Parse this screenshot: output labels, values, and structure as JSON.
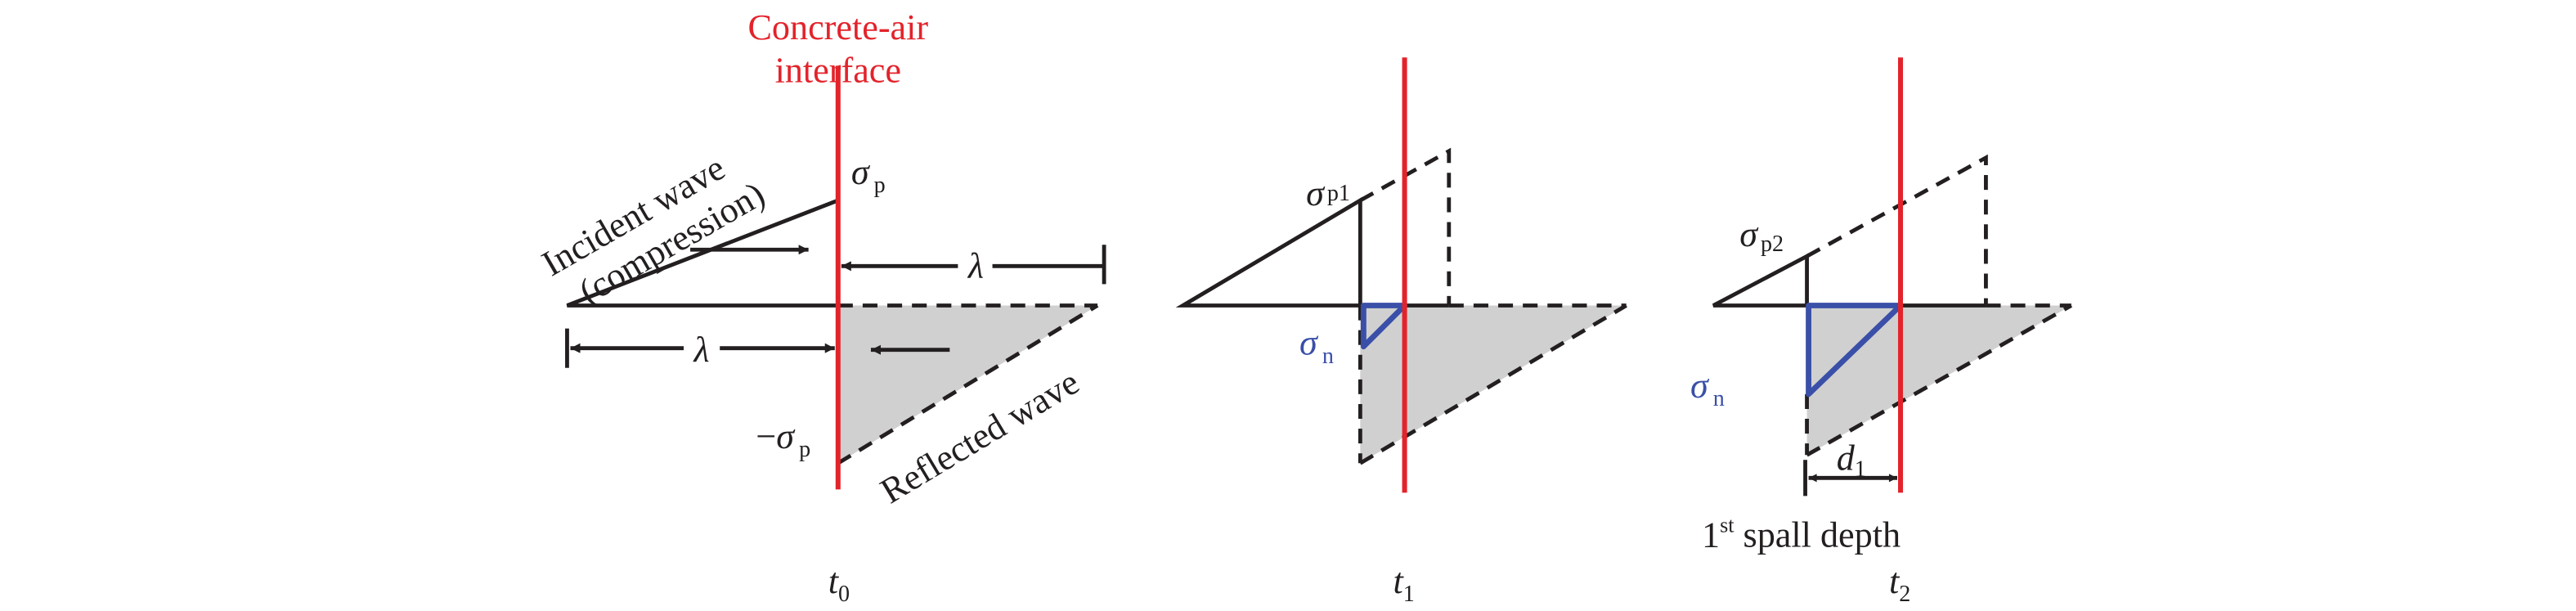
{
  "interface_label": [
    "Concrete-air",
    "interface"
  ],
  "incident_label": [
    "Incident wave",
    "(compression)"
  ],
  "reflected_label": "Reflected wave",
  "symbols": {
    "sigma": "σ",
    "minus": "−",
    "lambda": "λ",
    "p": "p",
    "p1": "p1",
    "p2": "p2",
    "n": "n",
    "d": "d",
    "d_sub": "1"
  },
  "spall": {
    "num": "1",
    "sup": "st",
    "text": " spall depth"
  },
  "time_labels": [
    {
      "t": "t",
      "sub": "0"
    },
    {
      "t": "t",
      "sub": "1"
    },
    {
      "t": "t",
      "sub": "2"
    }
  ],
  "colors": {
    "interface": "#e3232b",
    "tension": "#3a4fa8",
    "reflected_fill": "#d0d0d0"
  }
}
